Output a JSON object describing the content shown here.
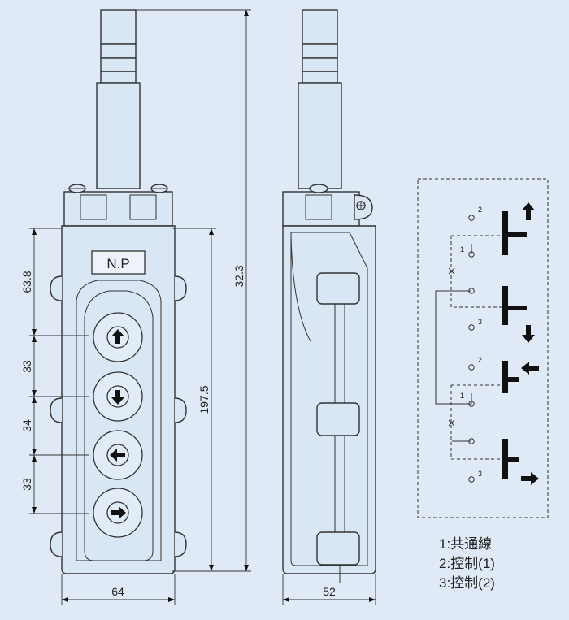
{
  "front_view": {
    "nameplate": "N.P",
    "dimensions": {
      "d1": "63.8",
      "d2": "33",
      "d3": "34",
      "d4": "33",
      "height_buttons": "197.5",
      "total_height": "32.3",
      "width": "64"
    },
    "buttons": [
      {
        "icon": "arrow-up-icon"
      },
      {
        "icon": "arrow-down-icon"
      },
      {
        "icon": "arrow-left-icon"
      },
      {
        "icon": "arrow-right-icon"
      }
    ]
  },
  "side_view": {
    "width": "52"
  },
  "circuit": {
    "labels": [
      "2",
      "1",
      "3",
      "2",
      "1",
      "3"
    ]
  },
  "legend": [
    "1:共通線",
    "2:控制(1)",
    "3:控制(2)"
  ]
}
